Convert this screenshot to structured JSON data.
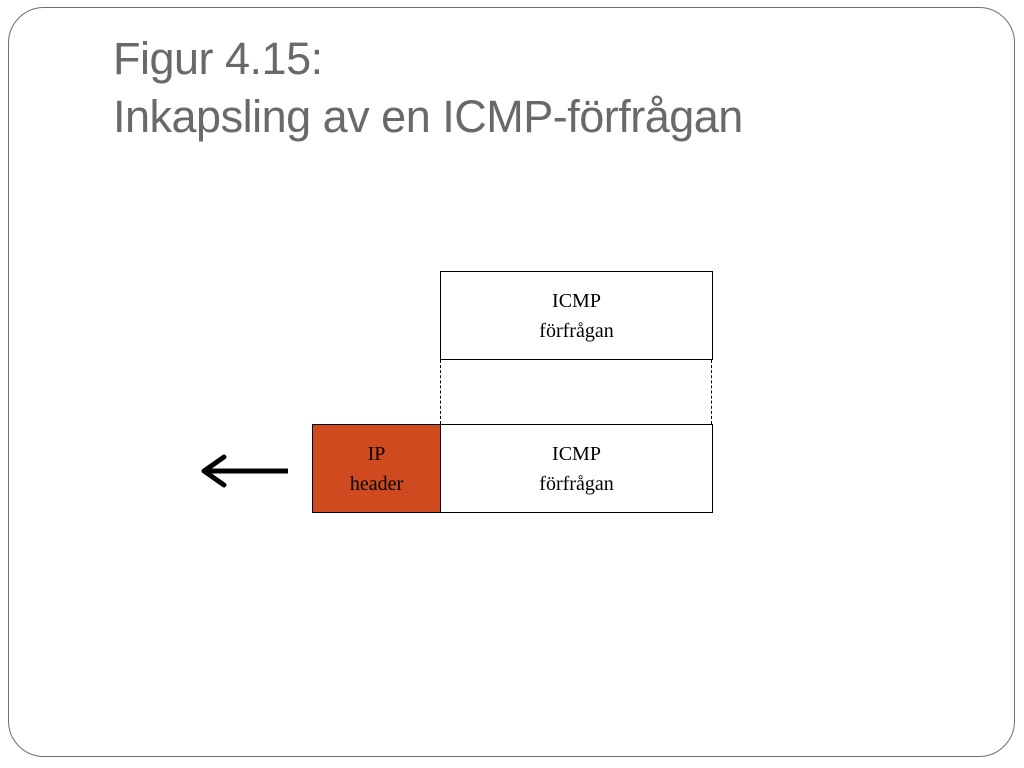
{
  "title": {
    "line1": "Figur 4.15:",
    "line2": "Inkapsling av en ICMP-förfrågan"
  },
  "diagram": {
    "top_box": {
      "line1": "ICMP",
      "line2": "förfrågan"
    },
    "ip_header": {
      "line1": "IP",
      "line2": "header",
      "color": "#cf4a1e"
    },
    "payload_box": {
      "line1": "ICMP",
      "line2": "förfrågan"
    },
    "arrow_direction": "left"
  }
}
